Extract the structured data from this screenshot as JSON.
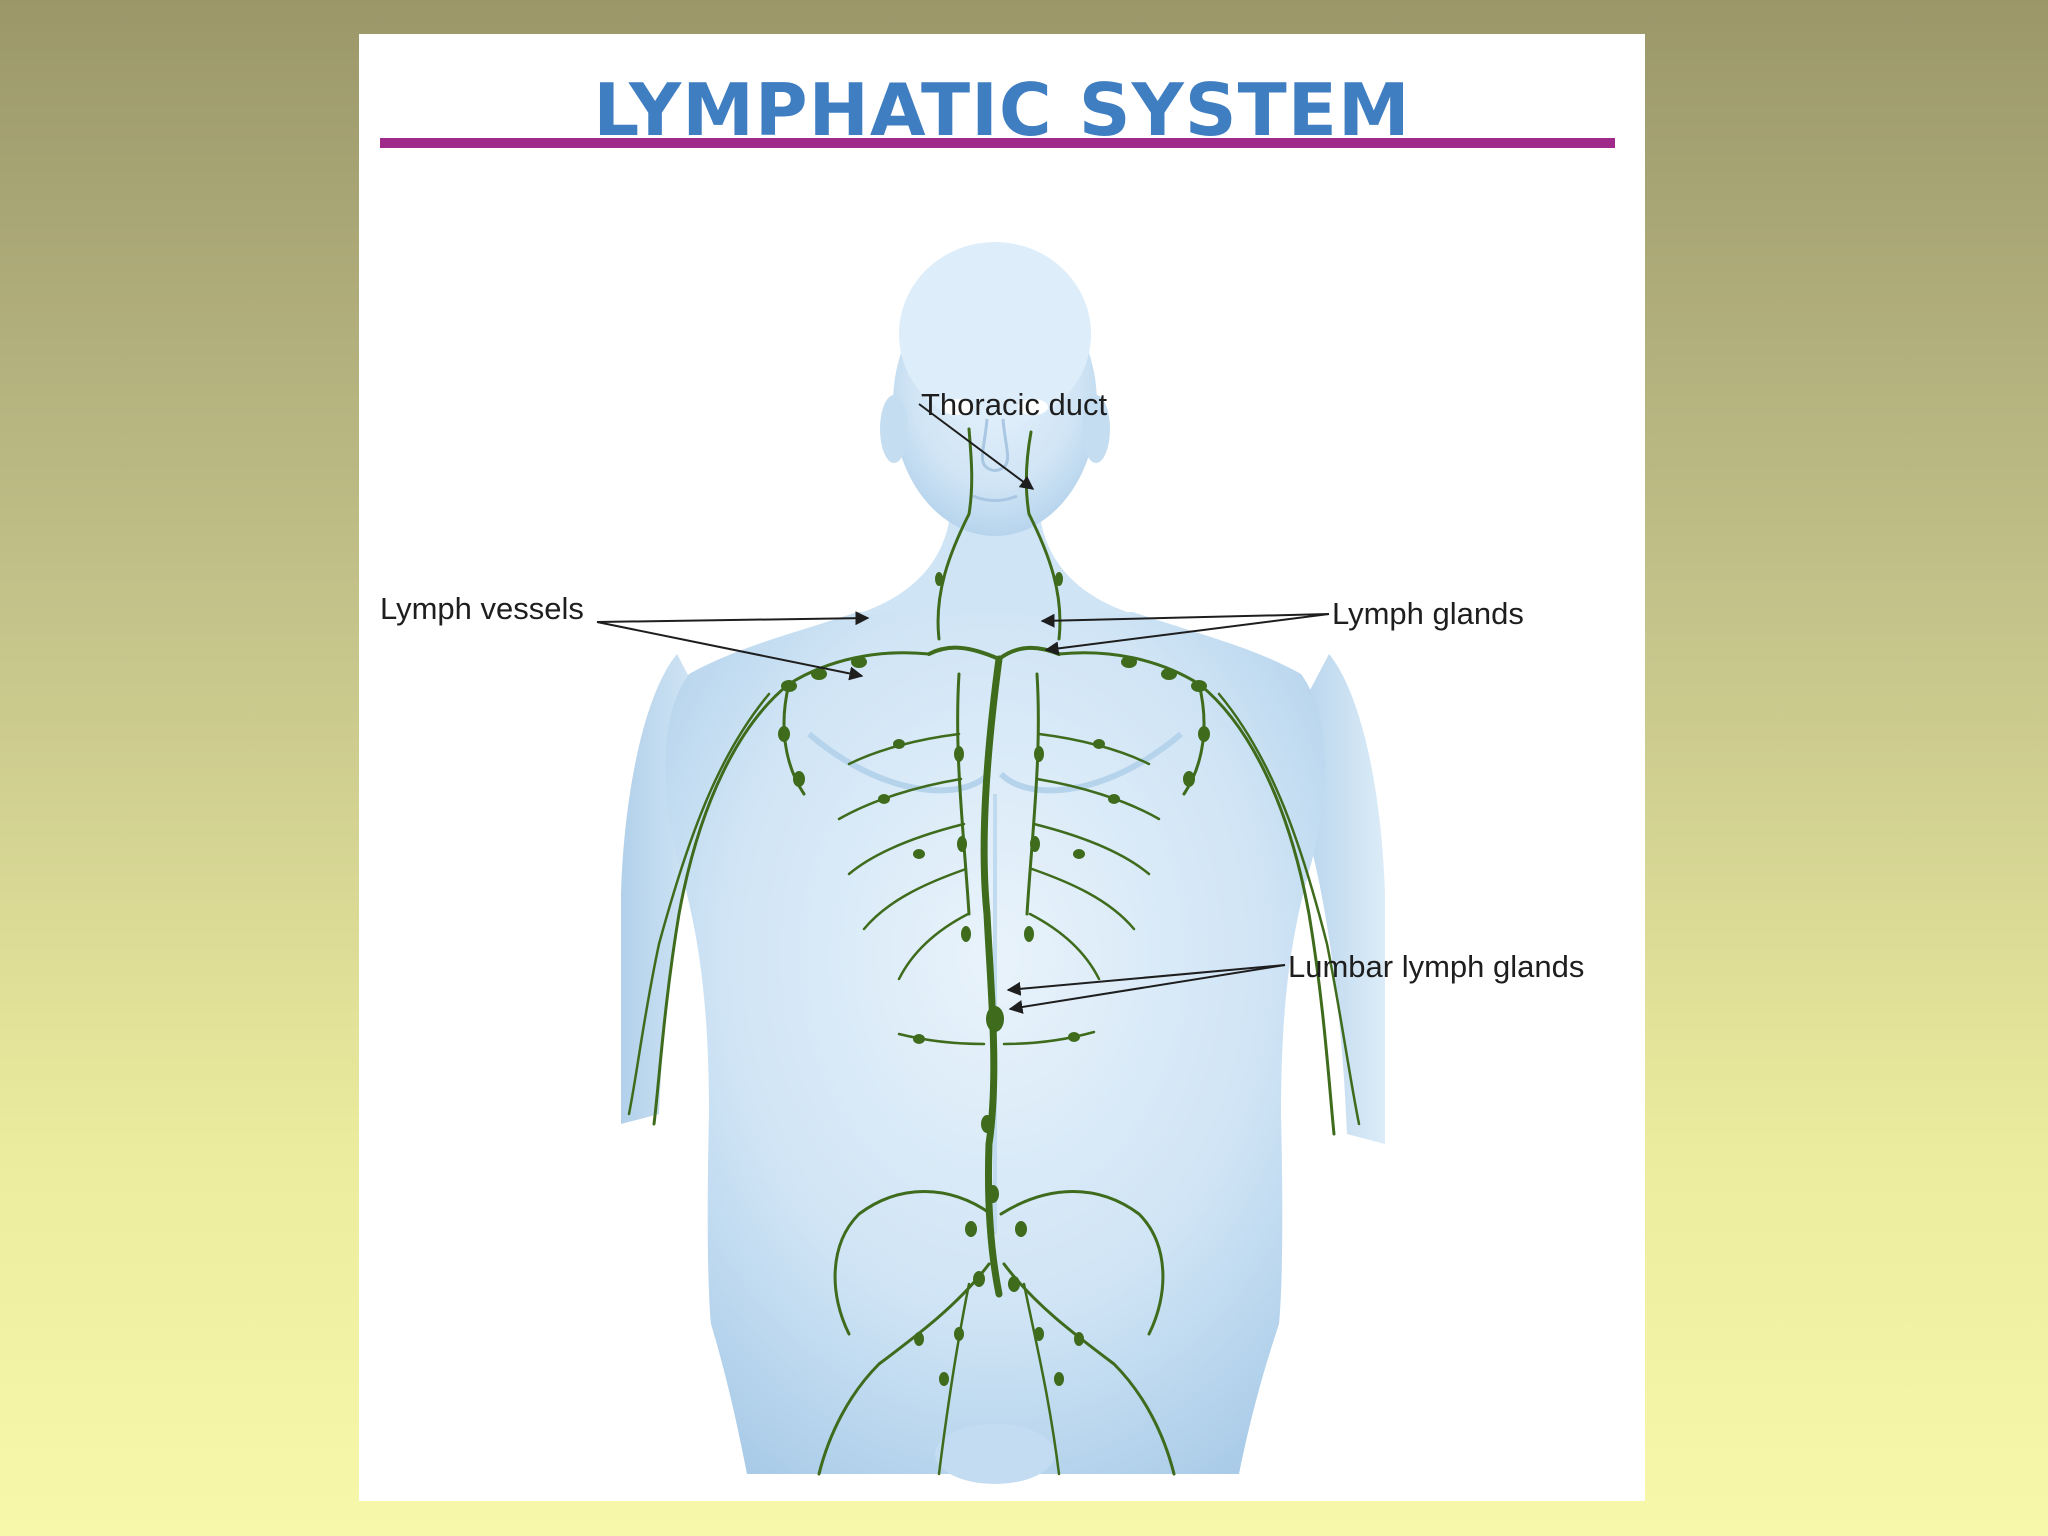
{
  "title": "LYMPHATIC SYSTEM",
  "labels": {
    "thoracic_duct": "Thoracic duct",
    "lymph_vessels": "Lymph vessels",
    "lymph_glands": "Lymph glands",
    "lumbar_lymph_glands": "Lumbar lymph glands"
  },
  "colors": {
    "title": "#3f7ec1",
    "rule": "#9f2a89",
    "lymph": "#3e6b1c",
    "body": "#cfe4f5"
  }
}
